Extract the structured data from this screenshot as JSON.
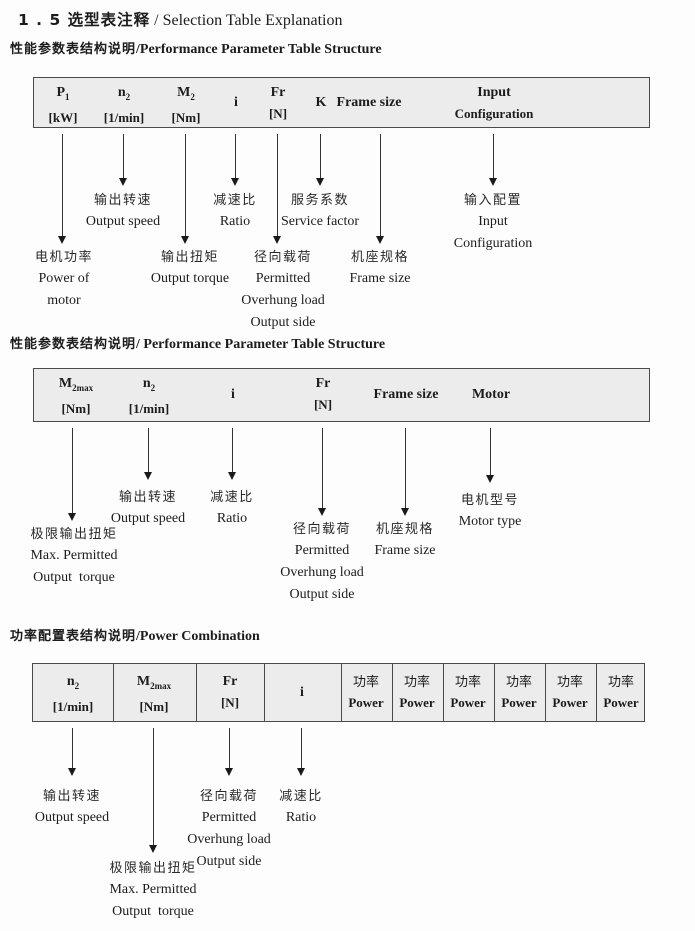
{
  "title": {
    "zh": "1 . 5 选型表注释",
    "en": "/ Selection Table Explanation"
  },
  "power_cell": {
    "zh": "功率",
    "en": "Power"
  },
  "sections": [
    {
      "heading_zh": "性能参数表结构说明",
      "heading_en": "/Performance Parameter Table Structure",
      "cols": [
        {
          "sym": "P",
          "sub": "1",
          "unit": "[kW]"
        },
        {
          "sym": "n",
          "sub": "2",
          "unit": "[1/min]"
        },
        {
          "sym": "M",
          "sub": "2",
          "unit": "[Nm]"
        },
        {
          "sym": "i"
        },
        {
          "sym": "Fr",
          "unit": "[N]"
        },
        {
          "sym": "K"
        },
        {
          "sym": "Frame size"
        },
        {
          "sym": "Input",
          "unit": "Configuration"
        }
      ],
      "callouts": {
        "power_of_motor": {
          "zh": "电机功率",
          "l1": "Power of",
          "l2": "motor"
        },
        "output_speed": {
          "zh": "输出转速",
          "l1": "Output speed"
        },
        "output_torque": {
          "zh": "输出扭矩",
          "l1": "Output torque"
        },
        "ratio": {
          "zh": "减速比",
          "l1": "Ratio"
        },
        "overhung": {
          "zh": "径向载荷",
          "l1": "Permitted",
          "l2": "Overhung load",
          "l3": "Output side"
        },
        "service_factor": {
          "zh": "服务系数",
          "l1": "Service factor"
        },
        "frame_size": {
          "zh": "机座规格",
          "l1": "Frame size"
        },
        "input_config": {
          "zh": "输入配置",
          "l1": "Input",
          "l2": "Configuration"
        }
      }
    },
    {
      "heading_zh": "性能参数表结构说明",
      "heading_en": "/ Performance Parameter Table Structure",
      "cols": [
        {
          "sym": "M",
          "sub": "2max",
          "unit": "[Nm]"
        },
        {
          "sym": "n",
          "sub": "2",
          "unit": "[1/min]"
        },
        {
          "sym": "i"
        },
        {
          "sym": "Fr",
          "unit": "[N]"
        },
        {
          "sym": "Frame size"
        },
        {
          "sym": "Motor"
        }
      ],
      "callouts": {
        "max_torque": {
          "zh": "极限输出扭矩",
          "l1": "Max. Permitted",
          "l2": "Output  torque"
        },
        "output_speed": {
          "zh": "输出转速",
          "l1": "Output speed"
        },
        "ratio": {
          "zh": "减速比",
          "l1": "Ratio"
        },
        "overhung": {
          "zh": "径向载荷",
          "l1": "Permitted",
          "l2": "Overhung load",
          "l3": "Output side"
        },
        "frame_size": {
          "zh": "机座规格",
          "l1": "Frame size"
        },
        "motor_type": {
          "zh": "电机型号",
          "l1": "Motor type"
        }
      }
    },
    {
      "heading_zh": "功率配置表结构说明",
      "heading_en": "/Power Combination",
      "cols": [
        {
          "sym": "n",
          "sub": "2",
          "unit": "[1/min]"
        },
        {
          "sym": "M",
          "sub": "2max",
          "unit": "[Nm]"
        },
        {
          "sym": "Fr",
          "unit": "[N]"
        },
        {
          "sym": "i"
        }
      ],
      "callouts": {
        "output_speed": {
          "zh": "输出转速",
          "l1": "Output speed"
        },
        "max_torque": {
          "zh": "极限输出扭矩",
          "l1": "Max. Permitted",
          "l2": "Output  torque"
        },
        "overhung": {
          "zh": "径向载荷",
          "l1": "Permitted",
          "l2": "Overhung load",
          "l3": "Output side"
        },
        "ratio": {
          "zh": "减速比",
          "l1": "Ratio"
        }
      }
    }
  ]
}
